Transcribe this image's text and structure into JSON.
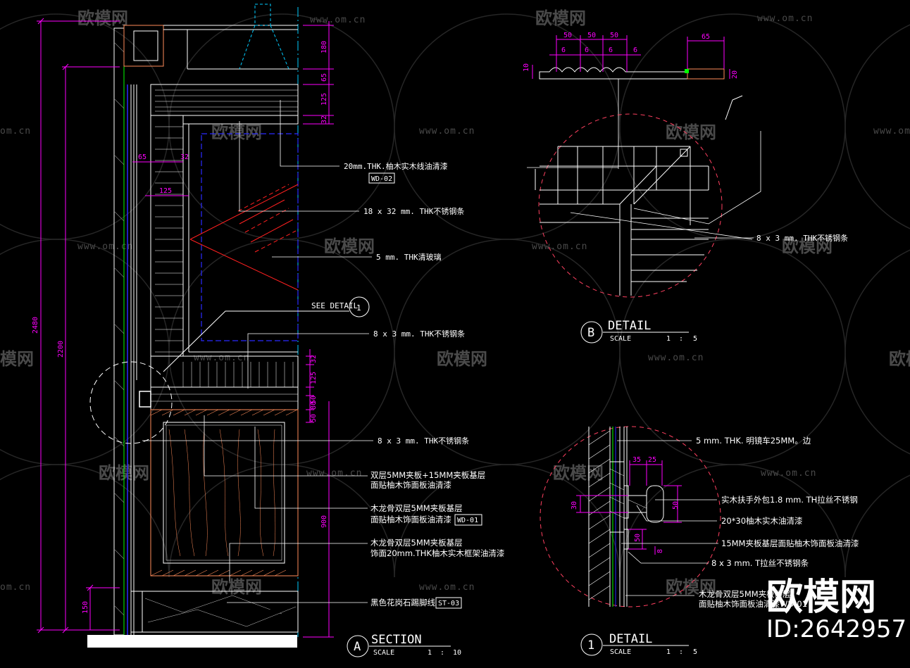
{
  "watermarks": {
    "brand": "欧模网",
    "url": "www.om.cn",
    "url_short": "om.cn",
    "brand_partial": "模网",
    "url_partial": "www.om.cn"
  },
  "corner_brand": {
    "name": "欧模网",
    "id": "ID:2642957"
  },
  "section_a": {
    "letter": "A",
    "title": "SECTION",
    "scale_label": "SCALE",
    "scale_num": "1",
    "scale_sep": ":",
    "scale_den": "10",
    "see_detail": "SEE DETAIL",
    "see_detail_num": "1",
    "dims_left": [
      "2480",
      "2200",
      "150"
    ],
    "dims_top": [
      "65",
      "32",
      "125"
    ],
    "dims_right": [
      "180",
      "65",
      "125",
      "32",
      "32",
      "125",
      "50",
      "80",
      "50",
      "900"
    ],
    "notes": [
      {
        "text": "20mm.THK.柚木实木线油清漆",
        "tag": "WD-02"
      },
      {
        "text": "18 x 32 mm. THK不锈钢条",
        "tag": ""
      },
      {
        "text": "5 mm. THK清玻璃",
        "tag": ""
      },
      {
        "text": "8 x 3 mm. THK不锈钢条",
        "tag": ""
      },
      {
        "text": "8 x 3 mm. THK不锈钢条",
        "tag": ""
      },
      {
        "text": "双层5MM夹板+15MM夹板基层",
        "line2": "面贴柚木饰面板油清漆",
        "tag": ""
      },
      {
        "text": "木龙骨双层5MM夹板基层",
        "line2": "面贴柚木饰面板油清漆",
        "tag": "WD-01"
      },
      {
        "text": "木龙骨双层5MM夹板基层",
        "line2": "饰面20mm.THK柚木实木框架油清漆",
        "tag": ""
      },
      {
        "text": "黑色花岗石踢脚线",
        "tag": "ST-03"
      }
    ]
  },
  "detail_b": {
    "letter": "B",
    "title": "DETAIL",
    "scale_label": "SCALE",
    "scale_num": "1",
    "scale_sep": ":",
    "scale_den": "5",
    "dims": [
      "50",
      "50",
      "50",
      "65",
      "6",
      "6",
      "6",
      "6",
      "10",
      "20"
    ],
    "note": "8 x 3 mm. THK不锈钢条"
  },
  "detail_1": {
    "letter": "1",
    "title": "DETAIL",
    "scale_label": "SCALE",
    "scale_num": "1",
    "scale_sep": ":",
    "scale_den": "5",
    "dims": [
      "35",
      "25",
      "30",
      "50",
      "50",
      "8"
    ],
    "notes": [
      "5 mm. THK. 明镜车25MM。边",
      "实木扶手外包1.8 mm. TH拉丝不锈钢",
      "20*30柚木实木油清漆",
      "15MM夹板基层面贴柚木饰面板油清漆",
      "8 x 3 mm. T拉丝不锈钢条",
      "木龙骨双层5MM夹板基层",
      "面贴柚木饰面板油清漆WD-01"
    ]
  },
  "colors": {
    "background": "#000000",
    "linework": "#ffffff",
    "dimension": "#ff00ff",
    "cut_line": "#ff2020",
    "hidden_line": "#2a2aff",
    "grid_axis": "#00ccff",
    "wood": "#ff8c5a",
    "watermark": "#4a4a4a"
  }
}
